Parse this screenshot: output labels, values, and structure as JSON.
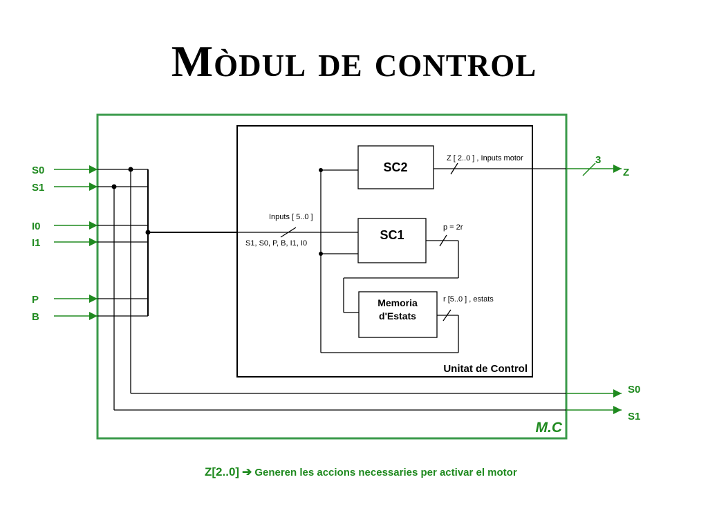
{
  "title": "Mòdul de control",
  "inputs": [
    "S0",
    "S1",
    "I0",
    "I1",
    "P",
    "B"
  ],
  "outputs": {
    "z": "Z",
    "z_width": "3",
    "s0": "S0",
    "s1": "S1"
  },
  "blocks": {
    "sc2": "SC2",
    "sc1": "SC1",
    "memoria_line1": "Memoria",
    "memoria_line2": "d'Estats",
    "control_unit": "Unitat de Control",
    "module": "M.C"
  },
  "buses": {
    "z_bus": "Z [ 2..0 ] , Inputs motor",
    "inputs_bus": "Inputs [ 5..0 ]",
    "inputs_list": "S1, S0, P, B, I1, I0",
    "p_bus": "p = 2r",
    "r_bus": "r [5..0 ] , estats"
  },
  "footer": {
    "z_label": "Z[2..0]",
    "arrow": "➔",
    "description": "Generen les accions necessaries per activar el motor"
  },
  "colors": {
    "green": "#1f8a1f",
    "module_border": "#3a9a4a",
    "black": "#000000"
  }
}
